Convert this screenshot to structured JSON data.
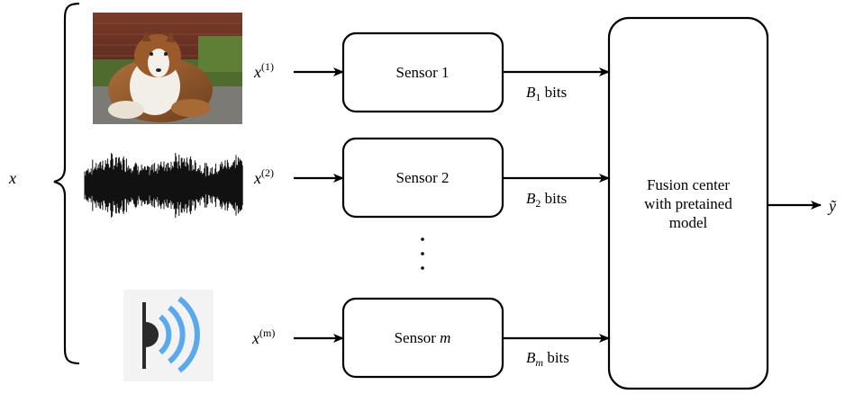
{
  "input": {
    "symbol": "x"
  },
  "modalities": [
    {
      "symbol": "x",
      "superscript": "(1)",
      "icon": "dog-photo-icon"
    },
    {
      "symbol": "x",
      "superscript": "(2)",
      "icon": "audio-waveform-icon"
    },
    {
      "symbol": "x",
      "superscript": "(m)",
      "icon": "proximity-sensor-icon"
    }
  ],
  "sensors": [
    {
      "label_prefix": "Sensor ",
      "label_index": "1",
      "index_is_math": false
    },
    {
      "label_prefix": "Sensor ",
      "label_index": "2",
      "index_is_math": false
    },
    {
      "label_prefix": "Sensor ",
      "label_index": "m",
      "index_is_math": true
    }
  ],
  "bit_labels": [
    {
      "symbol": "B",
      "subscript": "1",
      "suffix": " bits"
    },
    {
      "symbol": "B",
      "subscript": "2",
      "suffix": " bits"
    },
    {
      "symbol": "B",
      "subscript": "m",
      "suffix": " bits"
    }
  ],
  "ellipsis": "⋮",
  "fusion": {
    "lines": [
      "Fusion center",
      "with pretained",
      "model"
    ]
  },
  "output": {
    "symbol": "ỹ"
  },
  "colors": {
    "stroke": "#000000",
    "signal_blue": "#5aa9ec",
    "sensor_dark": "#2a2a2a",
    "waveform": "#111111"
  }
}
